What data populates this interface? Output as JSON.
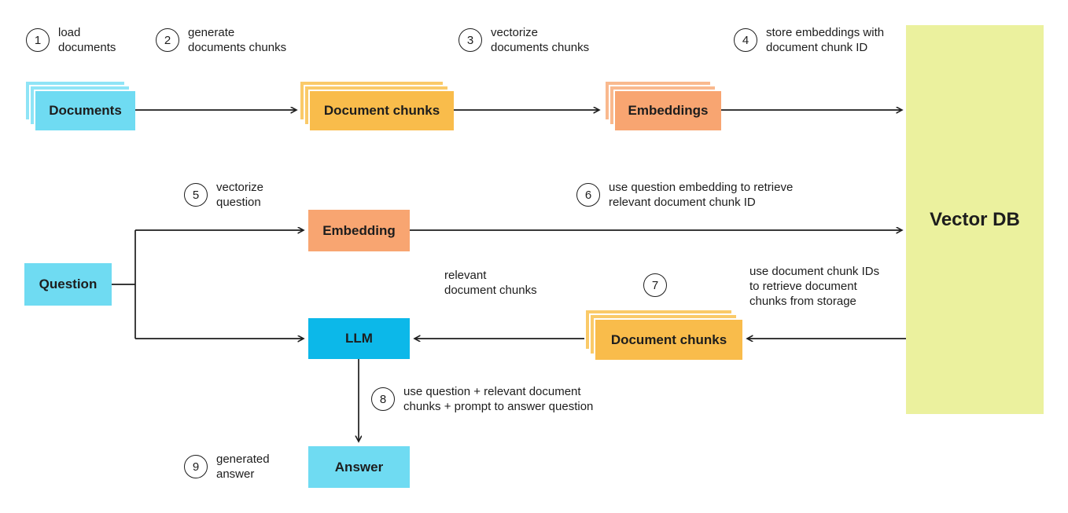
{
  "palette": {
    "cyan": "#6FDBF2",
    "cyan_light": "#8FE4F6",
    "amber": "#F9BC4B",
    "amber_light": "#FACA69",
    "salmon": "#F8A571",
    "salmon_light": "#F9B98E",
    "lime": "#EBF19E",
    "blue": "#0CB8E9",
    "ink": "#1D1D1D"
  },
  "boxes": {
    "documents": {
      "label": "Documents"
    },
    "document_chunks_top": {
      "label": "Document chunks"
    },
    "embeddings": {
      "label": "Embeddings"
    },
    "vector_db": {
      "label": "Vector DB"
    },
    "embedding": {
      "label": "Embedding"
    },
    "question": {
      "label": "Question"
    },
    "llm": {
      "label": "LLM"
    },
    "document_chunks_bottom": {
      "label": "Document chunks"
    },
    "answer": {
      "label": "Answer"
    }
  },
  "steps": [
    {
      "num": "1",
      "label": "load\ndocuments"
    },
    {
      "num": "2",
      "label": "generate\ndocuments chunks"
    },
    {
      "num": "3",
      "label": "vectorize\ndocuments chunks"
    },
    {
      "num": "4",
      "label": "store embeddings with\ndocument chunk ID"
    },
    {
      "num": "5",
      "label": "vectorize\nquestion"
    },
    {
      "num": "6",
      "label": "use question embedding to retrieve\nrelevant document chunk ID"
    },
    {
      "num": "7",
      "label": ""
    },
    {
      "num": "8",
      "label": "use question + relevant document\nchunks + prompt to answer question"
    },
    {
      "num": "9",
      "label": "generated\nanswer"
    }
  ],
  "annotations": {
    "relevant_chunks": "relevant\ndocument chunks",
    "use_chunk_ids": "use document chunk IDs\nto retrieve document\nchunks from storage"
  }
}
